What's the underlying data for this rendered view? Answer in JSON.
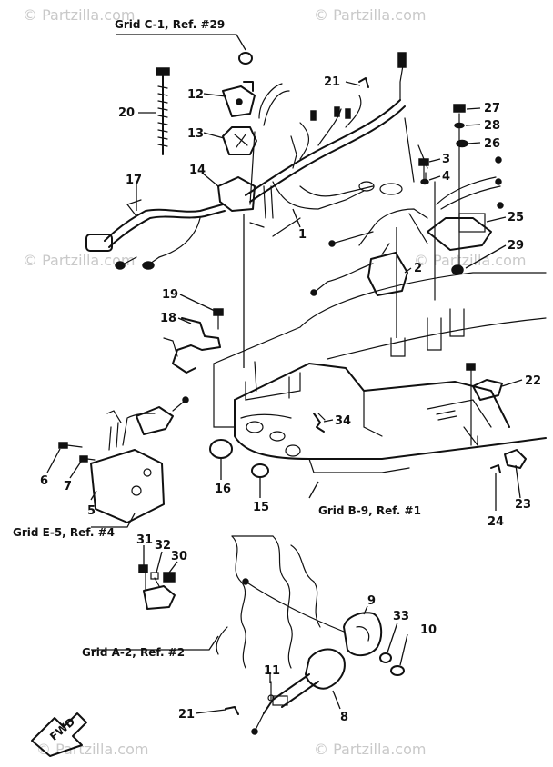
{
  "watermarks": [
    "© Partzilla.com",
    "© Partzilla.com",
    "© Partzilla.com",
    "© Partzilla.com",
    "© Partzilla.com",
    "© Partzilla.com"
  ],
  "references": {
    "grid_c1": "Grid C-1, Ref. #29",
    "grid_b9": "Grid B-9, Ref. #1",
    "grid_e5": "Grid E-5, Ref. #4",
    "grid_a2": "Grid A-2, Ref. #2"
  },
  "callouts": {
    "p1": "1",
    "p2": "2",
    "p3": "3",
    "p4": "4",
    "p5": "5",
    "p6": "6",
    "p7": "7",
    "p8": "8",
    "p9": "9",
    "p10": "10",
    "p11": "11",
    "p12": "12",
    "p13": "13",
    "p14": "14",
    "p15": "15",
    "p16": "16",
    "p17": "17",
    "p18": "18",
    "p19": "19",
    "p20": "20",
    "p21a": "21",
    "p21b": "21",
    "p22": "22",
    "p23": "23",
    "p24": "24",
    "p25": "25",
    "p26": "26",
    "p27": "27",
    "p28": "28",
    "p29": "29",
    "p30": "30",
    "p31": "31",
    "p32": "32",
    "p33": "33",
    "p34": "34"
  },
  "fwd_label": "FWD"
}
